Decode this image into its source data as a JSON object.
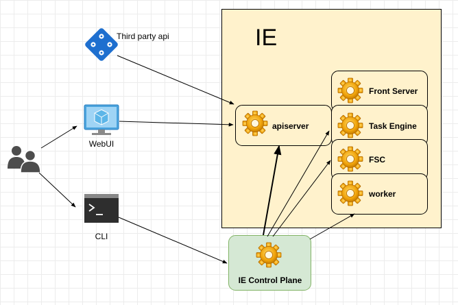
{
  "diagram": {
    "container_title": "IE",
    "components": {
      "front_server": "Front Server",
      "task_engine": "Task Engine",
      "fsc": "FSC",
      "worker": "worker",
      "apiserver": "apiserver",
      "control_plane": "IE Control Plane"
    },
    "clients": {
      "third_party": "Third party api",
      "webui": "WebUI",
      "cli": "CLI"
    }
  },
  "colors": {
    "container_fill": "#fff2cc",
    "control_plane_fill": "#d5e8d4",
    "control_plane_border": "#82b366",
    "gear_fill": "#f0a30a",
    "api_icon_blue": "#1e6fcf",
    "monitor_blue": "#4aa3dd",
    "terminal_dark": "#2e2e2e",
    "users_gray": "#4d4d4d"
  },
  "icons": {
    "users": "users-icon",
    "third_party": "api-diamond-icon",
    "webui": "monitor-icon",
    "cli": "terminal-icon",
    "gear": "gear-icon"
  }
}
